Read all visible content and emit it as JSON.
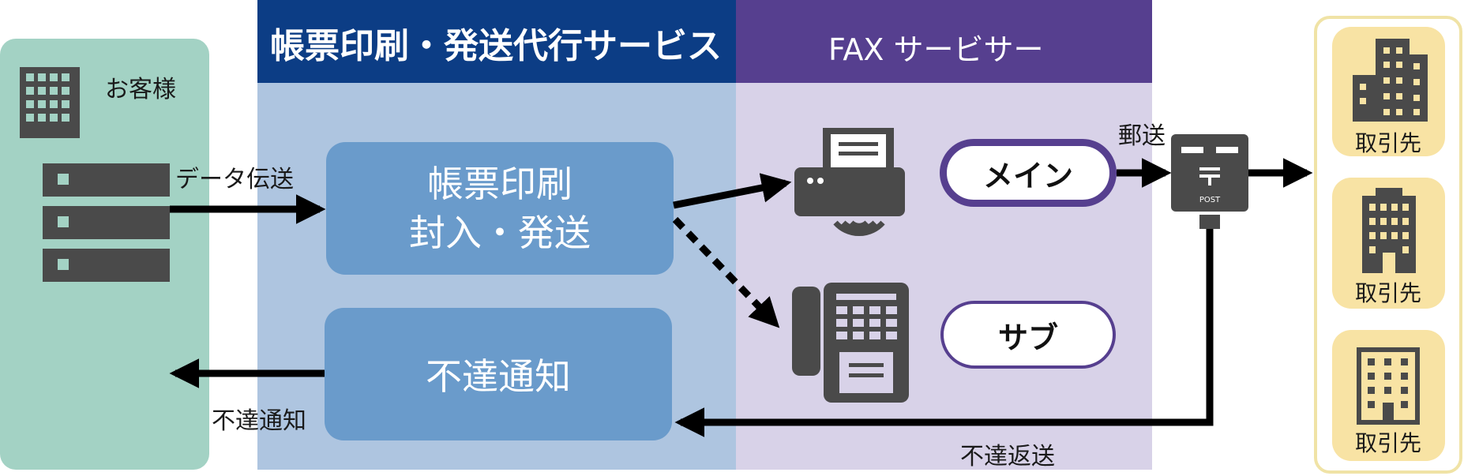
{
  "colors": {
    "customer_bg": "#a3d2c4",
    "service_header": "#0c3d85",
    "service_bg": "#aec5e0",
    "fax_header": "#563f8f",
    "fax_bg": "#d8d2e8",
    "process_box": "#6a9bcb",
    "icon_gray": "#4a4a4a",
    "partner_border": "#f0e3a6",
    "partner_card": "#f8e3a4",
    "arrow": "#000000"
  },
  "customer": {
    "label": "お客様",
    "icons": [
      "building-icon",
      "server-icon"
    ]
  },
  "service": {
    "title": "帳票印刷・発送代行サービス",
    "print_box": {
      "line1": "帳票印刷",
      "line2": "封入・発送"
    },
    "notice_box": {
      "label": "不達通知"
    }
  },
  "fax_vendor": {
    "title": "FAX サービサー",
    "main_label": "メイン",
    "sub_label": "サブ",
    "icons": [
      "printer-icon",
      "fax-machine-icon",
      "post-box-icon"
    ]
  },
  "edges": {
    "data_transfer": "データ伝送",
    "mail": "郵送",
    "undeliverable_notice": "不達通知",
    "undeliverable_return": "不達返送"
  },
  "partners": [
    {
      "label": "取引先",
      "icon": "office-building-icon"
    },
    {
      "label": "取引先",
      "icon": "tall-building-icon"
    },
    {
      "label": "取引先",
      "icon": "apartment-building-icon"
    }
  ]
}
